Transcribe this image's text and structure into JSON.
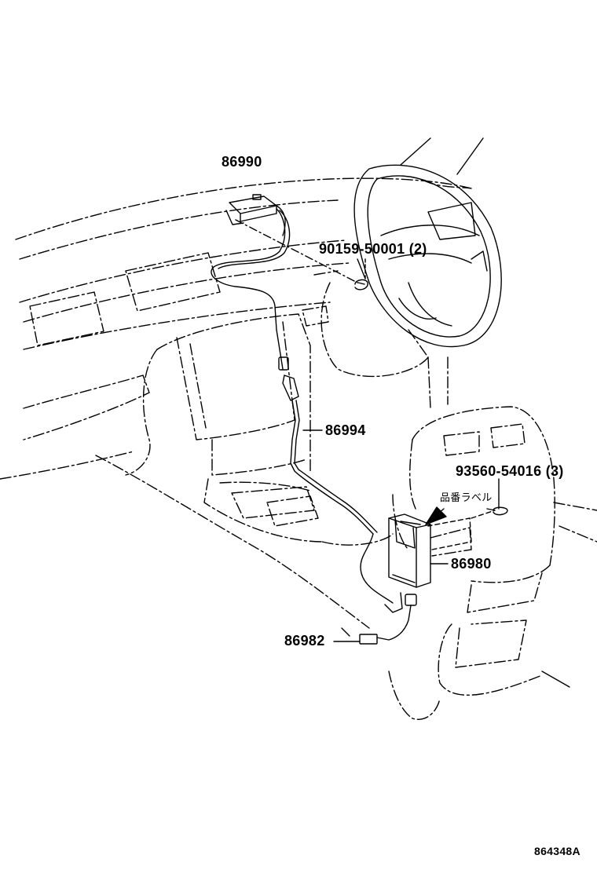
{
  "diagram": {
    "parts": [
      {
        "id": "p86990",
        "number": "86990"
      },
      {
        "id": "p90159",
        "number": "90159-50001 (2)"
      },
      {
        "id": "p86994",
        "number": "86994"
      },
      {
        "id": "p93560",
        "number": "93560-54016 (3)"
      },
      {
        "id": "p_label",
        "number": "品番ラベル"
      },
      {
        "id": "p86980",
        "number": "86980"
      },
      {
        "id": "p86982",
        "number": "86982"
      }
    ],
    "figure_code": "864348A"
  }
}
